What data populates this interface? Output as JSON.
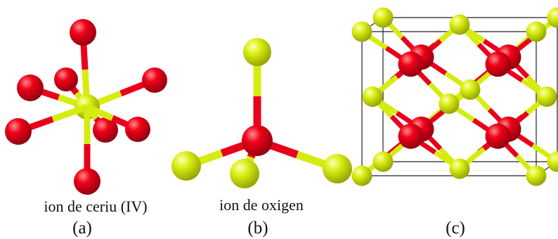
{
  "colors": {
    "cerium": "#e8001c",
    "oxygen": "#d6ec10",
    "cell_edge": "#222222",
    "text": "#111111"
  },
  "panels": [
    {
      "id": "a",
      "caption": "ion de ceriu (IV)",
      "letter": "(a)"
    },
    {
      "id": "b",
      "caption": "ion de oxigen",
      "letter": "(b)"
    },
    {
      "id": "c",
      "caption": "",
      "letter": "(c)"
    }
  ]
}
